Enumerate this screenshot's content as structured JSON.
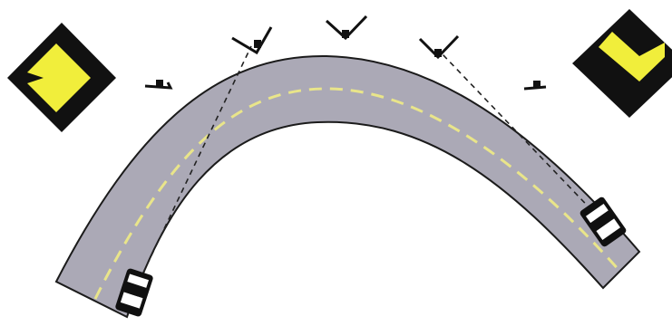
{
  "diagram": {
    "subject": "curved-road-with-chevron-signs-and-delineator-posts",
    "colors": {
      "background": "#ffffff",
      "road_fill": "#aba9b6",
      "road_edge": "#1b1b1b",
      "center_line": "#e9e58a",
      "sign_face": "#f1ee3b",
      "sign_border": "#111111",
      "sight_line": "#222222",
      "delineator": "#111111",
      "car_body": "#101010",
      "car_glass": "#ffffff"
    },
    "signs": [
      {
        "id": "left-chevron-sign",
        "direction": "right"
      },
      {
        "id": "right-chevron-sign",
        "direction": "left"
      }
    ],
    "delineators": [
      {
        "id": "delineator-1"
      },
      {
        "id": "delineator-2"
      },
      {
        "id": "delineator-3"
      },
      {
        "id": "delineator-4"
      },
      {
        "id": "delineator-5"
      }
    ],
    "vehicles": [
      {
        "id": "car-bottom-left"
      },
      {
        "id": "car-right"
      }
    ],
    "sight_lines": [
      {
        "id": "sight-line-left"
      },
      {
        "id": "sight-line-right"
      }
    ]
  }
}
